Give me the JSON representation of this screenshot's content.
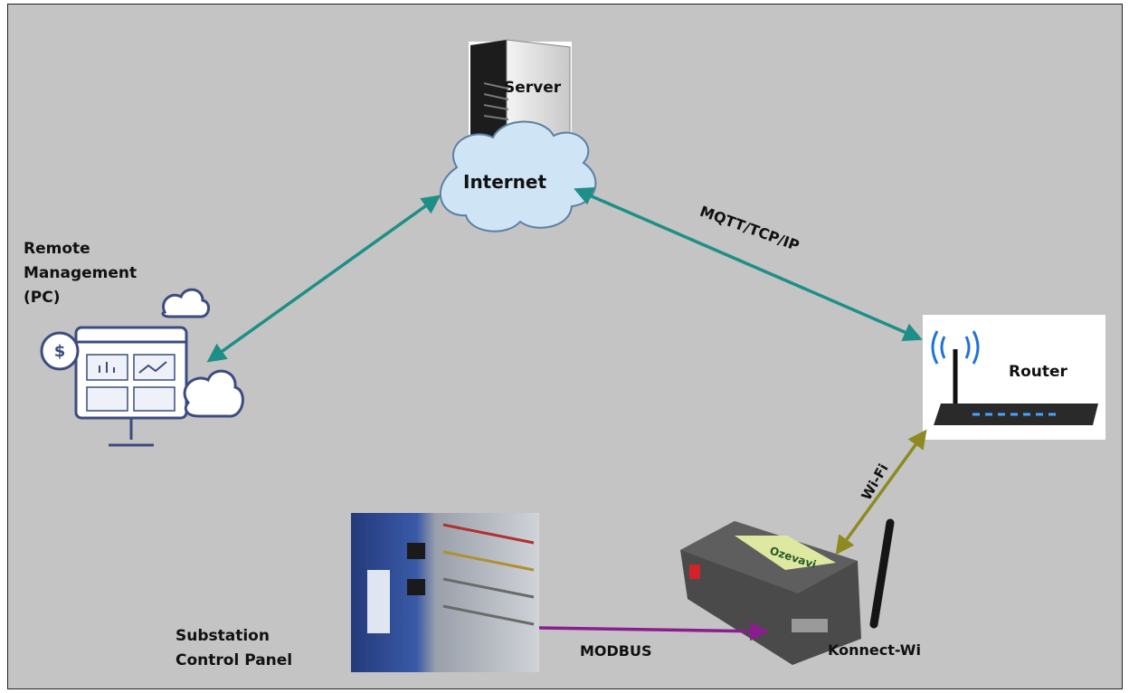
{
  "nodes": {
    "server": "Server",
    "internet": "Internet",
    "remote_management": [
      "Remote",
      "Management",
      "(PC)"
    ],
    "router": "Router",
    "substation": [
      "Substation",
      "Control Panel"
    ],
    "konnect": "Konnect-Wi"
  },
  "links": {
    "mqtt": "MQTT/TCP/IP",
    "wifi": "Wi-Fi",
    "modbus": "MODBUS"
  },
  "device_branding": "Ozevavi",
  "colors": {
    "background": "#c4c4c4",
    "teal_link": "#1e8f86",
    "olive_link": "#8d8a22",
    "purple_link": "#8b1e8f",
    "cloud_fill": "#cfe4f5",
    "cloud_stroke": "#5d7fa3",
    "pc_icon": "#3c4c80"
  }
}
